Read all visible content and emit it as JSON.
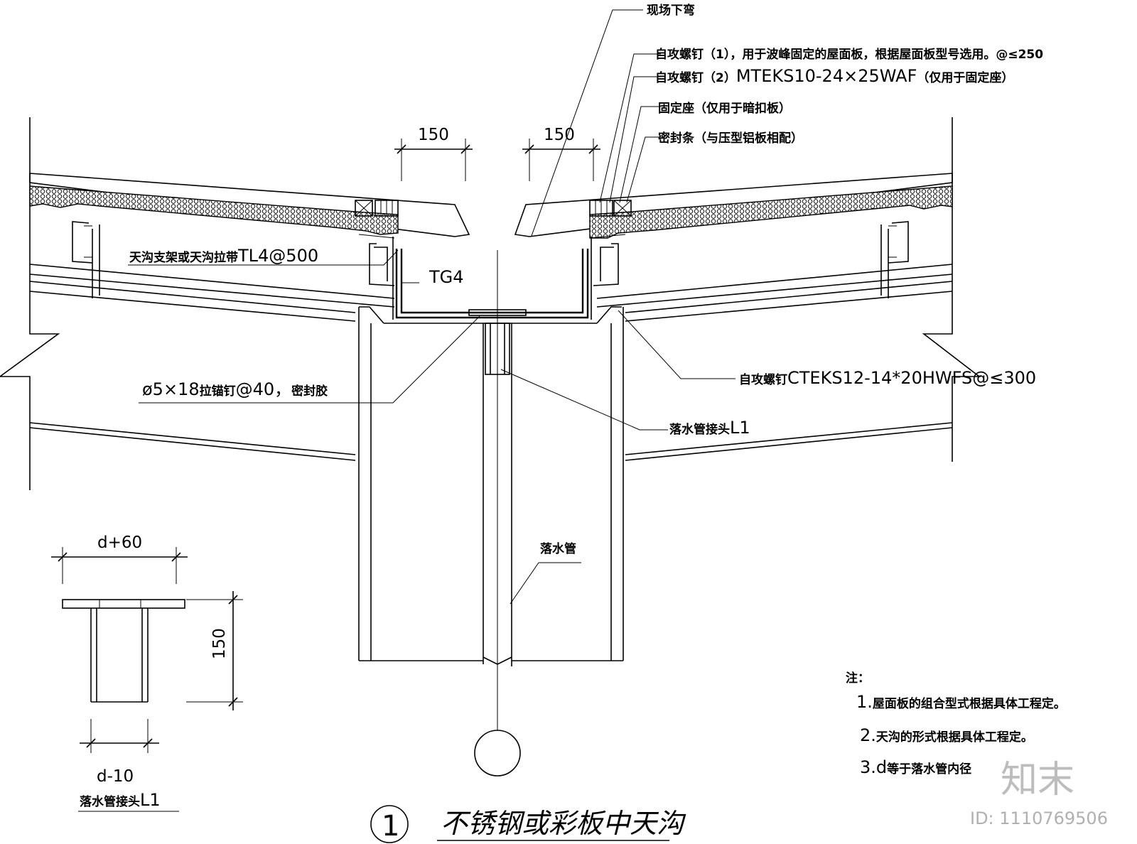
{
  "labels": {
    "bend_on_site": "现场下弯",
    "screw1": "自攻螺钉（1），用于波峰固定的屋面板，根据屋面板型号选用。@≤250",
    "screw2_prefix": "自攻螺钉（2）",
    "screw2_code": "MTEKS10-24×25WAF",
    "screw2_suffix": "（仅用于固定座）",
    "fixed_seat": "固定座（仅用于暗扣板）",
    "seal_strip": "密封条（与压型铝板相配）",
    "gutter_support_cn": "天沟支架或天沟拉带",
    "gutter_support_code": "TL4@500",
    "gutter_code": "TG4",
    "self_screw_cn": "自攻螺钉",
    "self_screw_code": "CTEKS12-14*20HWFS@≤300",
    "rivet_code": "ø5×18",
    "rivet_cn": "拉锚钉",
    "rivet_spacing": "@40，",
    "rivet_seal": "密封胶",
    "downpipe_joint_cn": "落水管接头",
    "downpipe_joint_code": "L1",
    "downpipe": "落水管"
  },
  "dimensions": {
    "left_overhang": "150",
    "right_overhang": "150",
    "joint_width": "d+60",
    "joint_height": "150",
    "joint_inner": "d-10"
  },
  "detail": {
    "caption_cn": "落水管接头",
    "caption_code": "L1"
  },
  "notes": {
    "heading": "注：",
    "items": [
      {
        "num": "1.",
        "text": "屋面板的组合型式根据具体工程定。"
      },
      {
        "num": "2.",
        "text": "天沟的形式根据具体工程定。"
      },
      {
        "num": "3.",
        "code": "d",
        "text": "等于落水管内径"
      }
    ]
  },
  "title": {
    "number": "1",
    "text": "不锈钢或彩板中天沟"
  },
  "watermark": {
    "brand": "知末",
    "id": "ID: 1110769506"
  }
}
